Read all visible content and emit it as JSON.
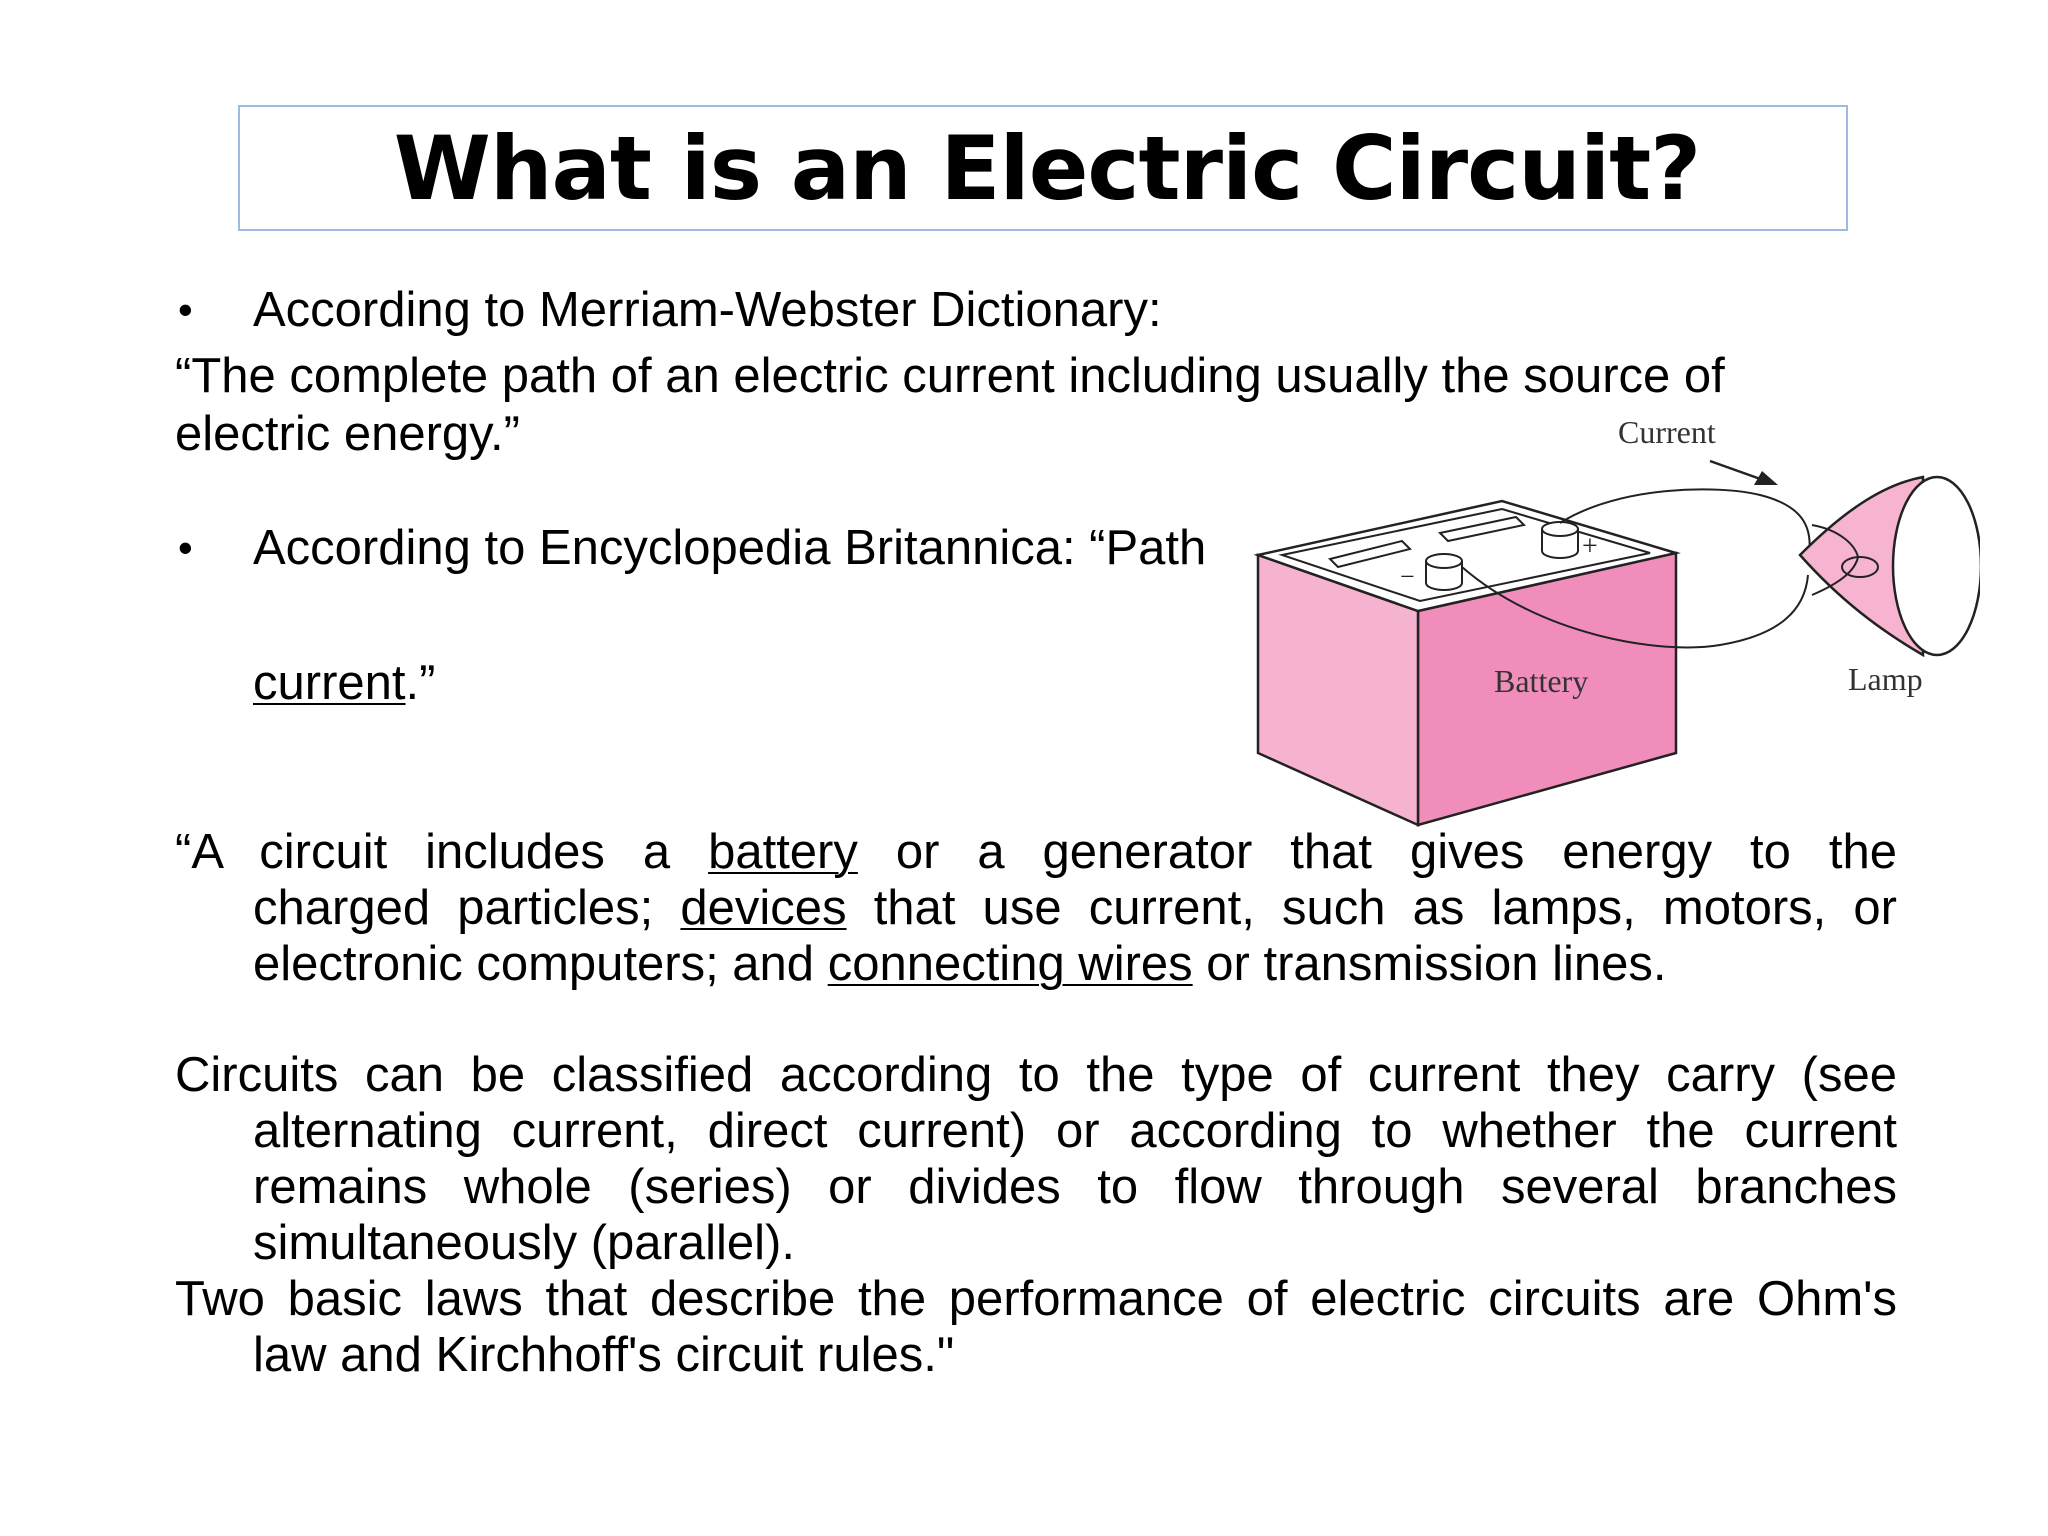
{
  "title": "What is an Electric Circuit?",
  "bullet_symbol": "•",
  "merriam": {
    "intro": "According to Merriam-Webster Dictionary:",
    "quote_line1": "“The complete path of an electric current including usually the source of",
    "quote_line2": "electric energy.”"
  },
  "britannica": {
    "intro": "According to Encyclopedia Britannica:  “Path",
    "cont_link": "current",
    "cont_tail": ".”",
    "p1": {
      "l1_pre": "“A circuit includes a ",
      "l1_link": "battery",
      "l1_post": " or a generator that gives energy to the",
      "l2_pre": "charged particles; ",
      "l2_link": "devices",
      "l2_post": " that use current, such as lamps, motors, or",
      "l3_pre": "electronic computers; and ",
      "l3_link": "connecting wires",
      "l3_post": " or transmission lines."
    },
    "p2": {
      "l1": "Circuits can be classified according to the type of current they carry  (see",
      "l2": "alternating current, direct current) or according to whether the  current",
      "l3": "remains whole (series) or divides to flow through several  branches",
      "l4": "simultaneously (parallel)."
    },
    "p3": {
      "l1": "Two basic laws that describe the performance of electric circuits are Ohm's",
      "l2": "law and Kirchhoff's circuit rules.\""
    }
  },
  "figure": {
    "current_label": "Current",
    "battery_label": "Battery",
    "lamp_label": "Lamp",
    "minus_sign": "−",
    "plus_sign": "+",
    "colors": {
      "battery_front": "#f5b3cf",
      "battery_side": "#f08dba",
      "lamp": "#f6b4d1",
      "outline": "#222222"
    }
  }
}
